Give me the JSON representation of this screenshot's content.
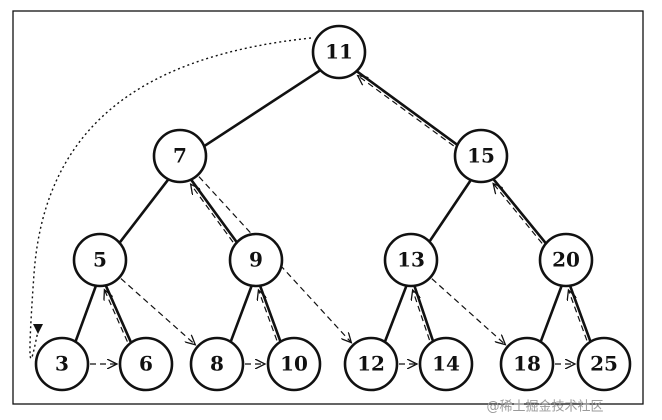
{
  "colors": {
    "stroke": "#111111",
    "node_fill": "#ffffff",
    "watermark": "#9a9a9a"
  },
  "nodes": [
    {
      "id": "n11",
      "label": "11"
    },
    {
      "id": "n7",
      "label": "7"
    },
    {
      "id": "n15",
      "label": "15"
    },
    {
      "id": "n5",
      "label": "5"
    },
    {
      "id": "n9",
      "label": "9"
    },
    {
      "id": "n13",
      "label": "13"
    },
    {
      "id": "n20",
      "label": "20"
    },
    {
      "id": "n3",
      "label": "3"
    },
    {
      "id": "n6",
      "label": "6"
    },
    {
      "id": "n8",
      "label": "8"
    },
    {
      "id": "n10",
      "label": "10"
    },
    {
      "id": "n12",
      "label": "12"
    },
    {
      "id": "n14",
      "label": "14"
    },
    {
      "id": "n18",
      "label": "18"
    },
    {
      "id": "n25",
      "label": "25"
    }
  ],
  "tree_edges": [
    [
      "n11",
      "n7"
    ],
    [
      "n11",
      "n15"
    ],
    [
      "n7",
      "n5"
    ],
    [
      "n7",
      "n9"
    ],
    [
      "n15",
      "n13"
    ],
    [
      "n15",
      "n20"
    ],
    [
      "n5",
      "n3"
    ],
    [
      "n5",
      "n6"
    ],
    [
      "n9",
      "n8"
    ],
    [
      "n9",
      "n10"
    ],
    [
      "n13",
      "n12"
    ],
    [
      "n13",
      "n14"
    ],
    [
      "n20",
      "n18"
    ],
    [
      "n20",
      "n25"
    ]
  ],
  "dashed_arrows": [
    [
      "n3",
      "n6"
    ],
    [
      "n6",
      "n5"
    ],
    [
      "n5",
      "n8"
    ],
    [
      "n8",
      "n10"
    ],
    [
      "n10",
      "n9"
    ],
    [
      "n9",
      "n7"
    ],
    [
      "n7",
      "n12"
    ],
    [
      "n12",
      "n14"
    ],
    [
      "n14",
      "n13"
    ],
    [
      "n13",
      "n18"
    ],
    [
      "n18",
      "n25"
    ],
    [
      "n25",
      "n20"
    ],
    [
      "n20",
      "n15"
    ],
    [
      "n15",
      "n11"
    ]
  ],
  "dotted_arrow": [
    "n11",
    "n3"
  ],
  "watermark": "@稀土掘金技术社区"
}
